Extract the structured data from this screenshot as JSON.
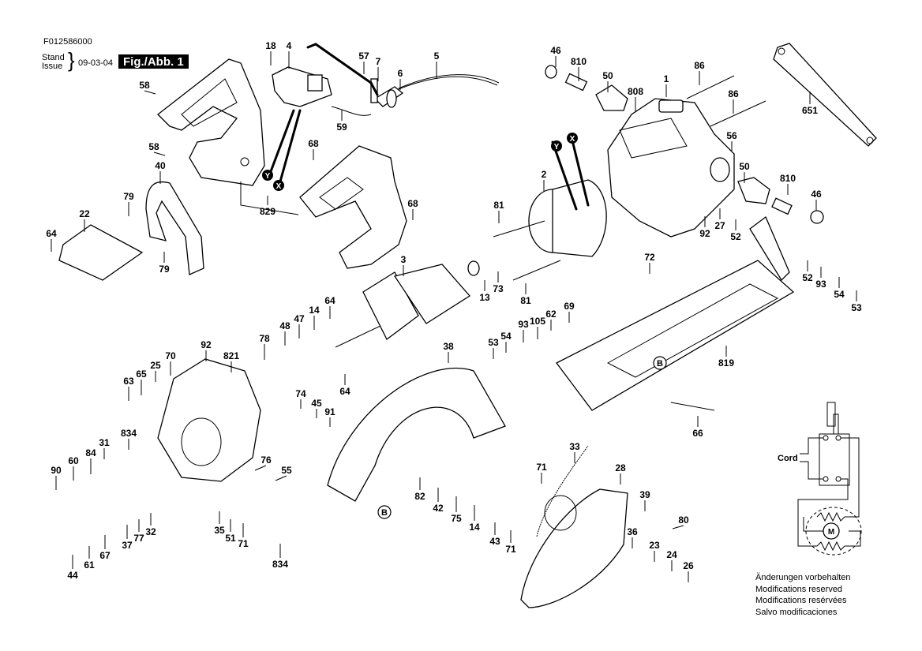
{
  "header": {
    "document_code": "F012586000",
    "stand_label": "Stand",
    "issue_label": "Issue",
    "issue_date": "09-03-04",
    "figure_label": "Fig./Abb. 1"
  },
  "markers": {
    "y": "Y",
    "x": "X",
    "b": "B"
  },
  "wiring_diagram": {
    "cord_label": "Cord",
    "motor_label": "M"
  },
  "notes": [
    "Änderungen vorbehalten",
    "Modifications reserved",
    "Modifications resérvées",
    "Salvo modificaciones"
  ],
  "part_labels": [
    {
      "id": "p18",
      "text": "18"
    },
    {
      "id": "p4",
      "text": "4"
    },
    {
      "id": "p57",
      "text": "57"
    },
    {
      "id": "p7",
      "text": "7"
    },
    {
      "id": "p5",
      "text": "5"
    },
    {
      "id": "p6",
      "text": "6"
    },
    {
      "id": "p59",
      "text": "59"
    },
    {
      "id": "p58a",
      "text": "58"
    },
    {
      "id": "p58b",
      "text": "58"
    },
    {
      "id": "p68a",
      "text": "68"
    },
    {
      "id": "p68b",
      "text": "68"
    },
    {
      "id": "p40",
      "text": "40"
    },
    {
      "id": "p829",
      "text": "829"
    },
    {
      "id": "p79a",
      "text": "79"
    },
    {
      "id": "p79b",
      "text": "79"
    },
    {
      "id": "p22",
      "text": "22"
    },
    {
      "id": "p64a",
      "text": "64"
    },
    {
      "id": "p46a",
      "text": "46"
    },
    {
      "id": "p810a",
      "text": "810"
    },
    {
      "id": "p50a",
      "text": "50"
    },
    {
      "id": "p1",
      "text": "1"
    },
    {
      "id": "p808",
      "text": "808"
    },
    {
      "id": "p86a",
      "text": "86"
    },
    {
      "id": "p86b",
      "text": "86"
    },
    {
      "id": "p651",
      "text": "651"
    },
    {
      "id": "p56",
      "text": "56"
    },
    {
      "id": "p50b",
      "text": "50"
    },
    {
      "id": "p810b",
      "text": "810"
    },
    {
      "id": "p46b",
      "text": "46"
    },
    {
      "id": "p2",
      "text": "2"
    },
    {
      "id": "p81a",
      "text": "81"
    },
    {
      "id": "p81b",
      "text": "81"
    },
    {
      "id": "p92a",
      "text": "92"
    },
    {
      "id": "p27",
      "text": "27"
    },
    {
      "id": "p52a",
      "text": "52"
    },
    {
      "id": "p52b",
      "text": "52"
    },
    {
      "id": "p93a",
      "text": "93"
    },
    {
      "id": "p54a",
      "text": "54"
    },
    {
      "id": "p53a",
      "text": "53"
    },
    {
      "id": "p72",
      "text": "72"
    },
    {
      "id": "p3",
      "text": "3"
    },
    {
      "id": "p13",
      "text": "13"
    },
    {
      "id": "p73",
      "text": "73"
    },
    {
      "id": "p64b",
      "text": "64"
    },
    {
      "id": "p48",
      "text": "48"
    },
    {
      "id": "p47",
      "text": "47"
    },
    {
      "id": "p14a",
      "text": "14"
    },
    {
      "id": "p78",
      "text": "78"
    },
    {
      "id": "p64c",
      "text": "64"
    },
    {
      "id": "p93b",
      "text": "93"
    },
    {
      "id": "p105",
      "text": "105"
    },
    {
      "id": "p62",
      "text": "62"
    },
    {
      "id": "p69",
      "text": "69"
    },
    {
      "id": "p53b",
      "text": "53"
    },
    {
      "id": "p54b",
      "text": "54"
    },
    {
      "id": "p38",
      "text": "38"
    },
    {
      "id": "p819",
      "text": "819"
    },
    {
      "id": "p66",
      "text": "66"
    },
    {
      "id": "p92b",
      "text": "92"
    },
    {
      "id": "p821",
      "text": "821"
    },
    {
      "id": "p70",
      "text": "70"
    },
    {
      "id": "p25",
      "text": "25"
    },
    {
      "id": "p65",
      "text": "65"
    },
    {
      "id": "p63",
      "text": "63"
    },
    {
      "id": "p74",
      "text": "74"
    },
    {
      "id": "p45",
      "text": "45"
    },
    {
      "id": "p91",
      "text": "91"
    },
    {
      "id": "p834a",
      "text": "834"
    },
    {
      "id": "p31",
      "text": "31"
    },
    {
      "id": "p84",
      "text": "84"
    },
    {
      "id": "p60",
      "text": "60"
    },
    {
      "id": "p90",
      "text": "90"
    },
    {
      "id": "p76",
      "text": "76"
    },
    {
      "id": "p55",
      "text": "55"
    },
    {
      "id": "p32",
      "text": "32"
    },
    {
      "id": "p77",
      "text": "77"
    },
    {
      "id": "p37",
      "text": "37"
    },
    {
      "id": "p67",
      "text": "67"
    },
    {
      "id": "p61",
      "text": "61"
    },
    {
      "id": "p44",
      "text": "44"
    },
    {
      "id": "p35",
      "text": "35"
    },
    {
      "id": "p51",
      "text": "51"
    },
    {
      "id": "p71a",
      "text": "71"
    },
    {
      "id": "p834b",
      "text": "834"
    },
    {
      "id": "p82",
      "text": "82"
    },
    {
      "id": "p42",
      "text": "42"
    },
    {
      "id": "p75",
      "text": "75"
    },
    {
      "id": "p14b",
      "text": "14"
    },
    {
      "id": "p43",
      "text": "43"
    },
    {
      "id": "p71b",
      "text": "71"
    },
    {
      "id": "p71c",
      "text": "71"
    },
    {
      "id": "p33",
      "text": "33"
    },
    {
      "id": "p28",
      "text": "28"
    },
    {
      "id": "p39",
      "text": "39"
    },
    {
      "id": "p80",
      "text": "80"
    },
    {
      "id": "p36",
      "text": "36"
    },
    {
      "id": "p23",
      "text": "23"
    },
    {
      "id": "p24",
      "text": "24"
    },
    {
      "id": "p26",
      "text": "26"
    }
  ]
}
